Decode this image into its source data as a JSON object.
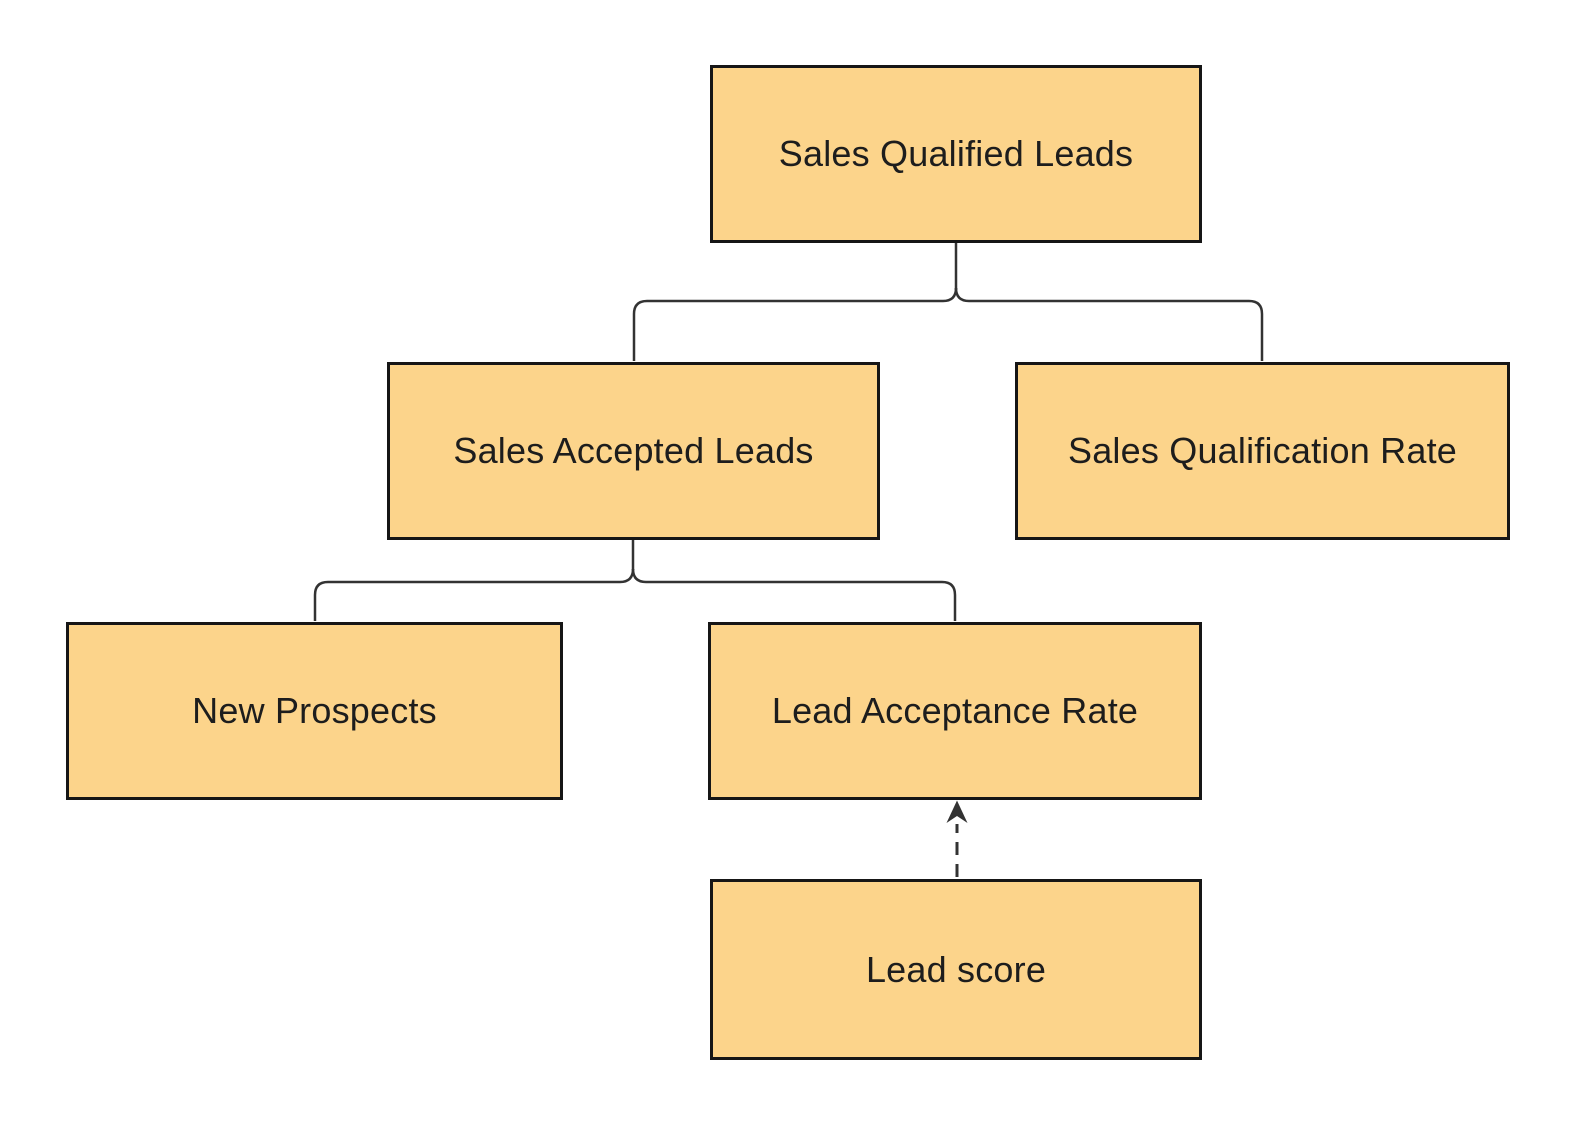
{
  "diagram": {
    "style": {
      "background": "#ffffff",
      "node_fill": "#fcd48b",
      "node_border": "#161616",
      "connector_color": "#333333",
      "text_color": "#1d1d1d"
    },
    "nodes": [
      {
        "id": "sales-qualified-leads",
        "label": "Sales Qualified Leads"
      },
      {
        "id": "sales-accepted-leads",
        "label": "Sales Accepted Leads"
      },
      {
        "id": "sales-qualification-rate",
        "label": "Sales Qualification Rate"
      },
      {
        "id": "new-prospects",
        "label": "New Prospects"
      },
      {
        "id": "lead-acceptance-rate",
        "label": "Lead Acceptance Rate"
      },
      {
        "id": "lead-score",
        "label": "Lead score"
      }
    ],
    "edges": [
      {
        "from": "sales-qualified-leads",
        "to": "sales-accepted-leads",
        "type": "tree"
      },
      {
        "from": "sales-qualified-leads",
        "to": "sales-qualification-rate",
        "type": "tree"
      },
      {
        "from": "sales-accepted-leads",
        "to": "new-prospects",
        "type": "tree"
      },
      {
        "from": "sales-accepted-leads",
        "to": "lead-acceptance-rate",
        "type": "tree"
      },
      {
        "from": "lead-score",
        "to": "lead-acceptance-rate",
        "type": "dashed-arrow"
      }
    ]
  }
}
